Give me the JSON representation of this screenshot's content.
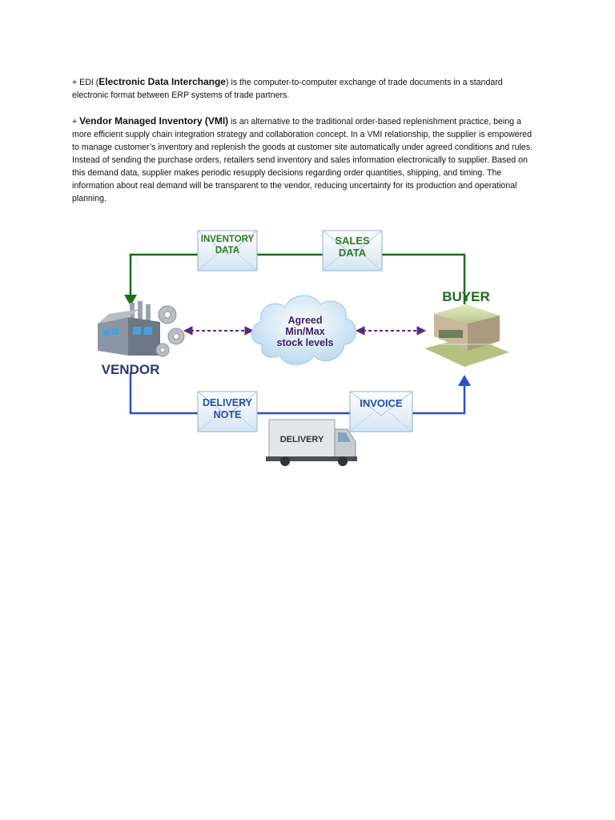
{
  "paragraphs": {
    "edi": {
      "prefix": "+ EDI (",
      "term": "Electronic Data Interchange",
      "suffix": ")",
      "text": " is the computer-to-computer exchange of trade documents in a standard electronic format between ERP systems of trade partners."
    },
    "vmi": {
      "prefix": "+ ",
      "term": "Vendor Managed Inventory (VMI)",
      "text": " is an alternative to the traditional order-based replenishment practice, being a more efficient supply chain integration strategy and collaboration concept. In a VMI relationship, the supplier is empowered to manage customer’s inventory and replenish the goods at customer site automatically under agreed conditions and rules. Instead of sending the purchase orders, retailers send inventory and sales information electronically to supplier. Based on this demand data, supplier makes periodic resupply decisions regarding order quantities, shipping, and timing. The information about real demand will be transparent to the vendor, reducing uncertainty for its production and operational planning."
    }
  },
  "diagram": {
    "vendor_label": "VENDOR",
    "buyer_label": "BUYER",
    "envelopes": {
      "inventory_data": [
        "INVENTORY",
        "DATA"
      ],
      "sales_data": [
        "SALES",
        "DATA"
      ],
      "delivery_note": [
        "DELIVERY",
        "NOTE"
      ],
      "invoice": [
        "INVOICE"
      ]
    },
    "cloud": [
      "Agreed",
      "Min/Max",
      "stock levels"
    ],
    "truck_label": "DELIVERY",
    "colors": {
      "green_flow": "#1f6b1a",
      "blue_flow": "#2b4fc8",
      "label_green": "#2e7d1f",
      "label_blue": "#1f4fb0",
      "cloud_text": "#3b1f63",
      "dashed_arrow": "#5a2a78",
      "title_text": "#2b3a72"
    }
  }
}
